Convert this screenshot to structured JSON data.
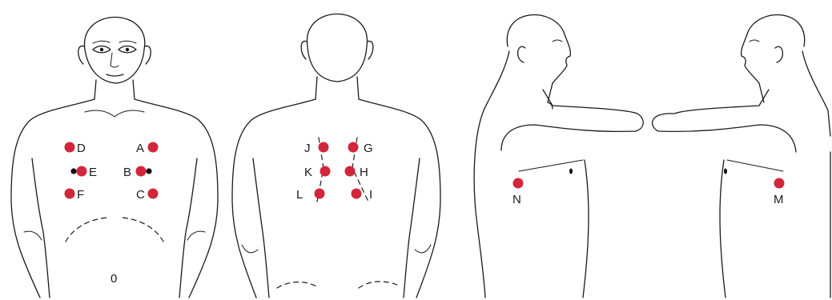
{
  "points": {
    "A": "A",
    "B": "B",
    "C": "C",
    "D": "D",
    "E": "E",
    "F": "F",
    "G": "G",
    "H": "H",
    "I": "I",
    "J": "J",
    "K": "K",
    "L": "L",
    "M": "M",
    "N": "N"
  },
  "navel_glyph": "0",
  "colors": {
    "electrode": "#d2263a",
    "outline": "#1a1a1a"
  }
}
